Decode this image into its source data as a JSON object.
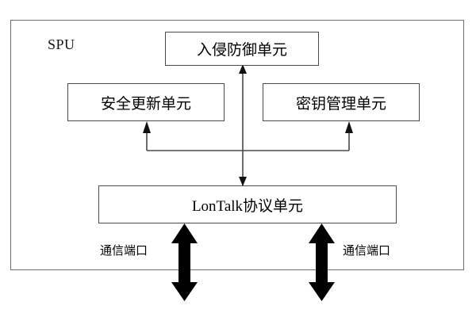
{
  "diagram": {
    "title_label": "SPU",
    "boxes": {
      "intrusion_prevention": "入侵防御单元",
      "security_update": "安全更新单元",
      "key_management": "密钥管理单元",
      "lontalk_protocol": "LonTalk协议单元"
    },
    "port_labels": {
      "left": "通信端口",
      "right": "通信端口"
    },
    "colors": {
      "frame_border": "#6e6e6e",
      "box_border": "#4a4a4a",
      "connector": "#4a4a4a",
      "thick_arrow": "#000000",
      "background": "#ffffff",
      "text": "#000000"
    },
    "connectors": [
      {
        "name": "lontalk-to-intrusion-bidirectional",
        "from": "lontalk_protocol",
        "to": "intrusion_prevention",
        "style": "double-headed-vertical"
      },
      {
        "name": "bus-to-security-update",
        "from": "bus",
        "to": "security_update",
        "style": "arrow-up"
      },
      {
        "name": "bus-to-key-management",
        "from": "bus",
        "to": "key_management",
        "style": "arrow-up"
      }
    ],
    "ports": [
      {
        "name": "left-communication-port",
        "style": "thick-double-headed-vertical"
      },
      {
        "name": "right-communication-port",
        "style": "thick-double-headed-vertical"
      }
    ]
  }
}
